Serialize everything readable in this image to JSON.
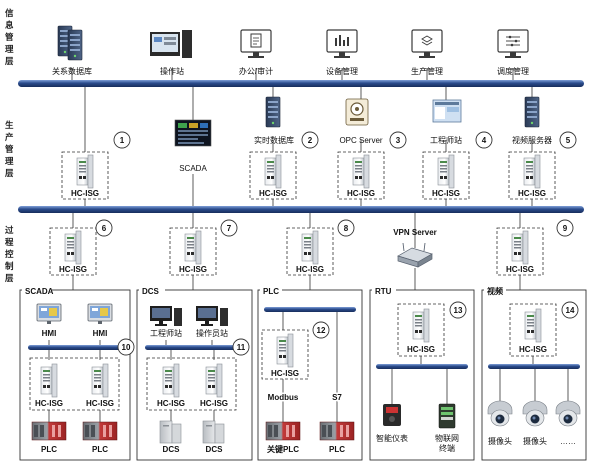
{
  "layers": {
    "info": [
      "信",
      "息",
      "管",
      "理",
      "层"
    ],
    "prod": [
      "生",
      "产",
      "管",
      "理",
      "层"
    ],
    "proc": [
      "过",
      "程",
      "控",
      "制",
      "层"
    ]
  },
  "top": {
    "db": "关系数据库",
    "ops": "操作站",
    "office": "办公/审计",
    "device": "设备管理",
    "production": "生产管理",
    "dispatch": "调度管理"
  },
  "mid": {
    "scada": "SCADA",
    "realtime_db": "实时数据库",
    "opc": "OPC Server",
    "eng": "工程师站",
    "video_server": "视频服务器"
  },
  "device_label": "HC-ISG",
  "vpn": "VPN Server",
  "groups": {
    "scada": "SCADA",
    "dcs": "DCS",
    "plc": "PLC",
    "rtu": "RTU",
    "video": "视频"
  },
  "scada_box": {
    "hmi": "HMI",
    "plc": "PLC"
  },
  "dcs_box": {
    "eng": "工程师站",
    "ops": "操作员站",
    "dcs": "DCS"
  },
  "plc_box": {
    "modbus": "Modbus",
    "s7": "S7",
    "key_plc": "关键PLC",
    "plc": "PLC"
  },
  "rtu_box": {
    "meter": "智能仪表",
    "iot": "物联网",
    "terminal": "终端"
  },
  "video_box": {
    "cam": "摄像头",
    "more": "……"
  },
  "numbers": [
    "1",
    "2",
    "3",
    "4",
    "5",
    "6",
    "7",
    "8",
    "9",
    "10",
    "11",
    "12",
    "13",
    "14"
  ],
  "colors": {
    "bus_fill": "#1f3c78",
    "bus_hi": "#6f8fcf",
    "plc_red": "#c23a3a"
  }
}
